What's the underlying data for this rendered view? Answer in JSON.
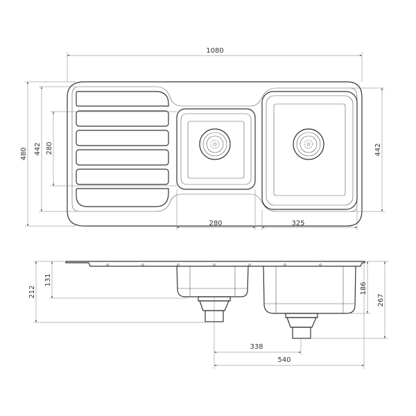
{
  "top_view": {
    "overall_length": "1080",
    "overall_width": "480",
    "inner_width_left": "442",
    "drainer_width": "280",
    "bowl_height_right": "442",
    "small_bowl_width": "280",
    "large_bowl_width": "325"
  },
  "side_view": {
    "overall_depth_left": "212",
    "small_bowl_depth": "131",
    "large_bowl_depth": "186",
    "overall_depth_right": "267",
    "waste_spacing": "338",
    "waste_to_edge": "540"
  },
  "colors": {
    "line": "#333333",
    "background": "#ffffff"
  }
}
